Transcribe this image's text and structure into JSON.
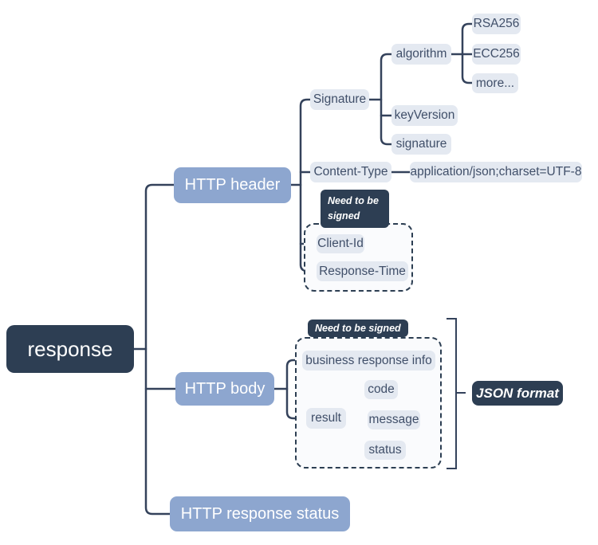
{
  "colors": {
    "dark_node_bg": "#2d3e53",
    "blue_node_bg": "#8da6cf",
    "light_node_bg": "#e4e9f1",
    "light_node_text": "#404f69",
    "connector_line": "#34425b",
    "background": "#ffffff"
  },
  "root": {
    "label": "response"
  },
  "http_header": {
    "label": "HTTP header",
    "signature": {
      "label": "Signature",
      "algorithm": {
        "label": "algorithm",
        "options": {
          "rsa": "RSA256",
          "ecc": "ECC256",
          "more": "more..."
        }
      },
      "key_version": {
        "label": "keyVersion"
      },
      "signature_field": {
        "label": "signature"
      }
    },
    "content_type": {
      "label": "Content-Type",
      "value": "application/json;charset=UTF-8"
    },
    "signed_group": {
      "badge": "Need to be signed",
      "client_id": "Client-Id",
      "response_time": "Response-Time"
    }
  },
  "http_body": {
    "label": "HTTP body",
    "signed_group": {
      "badge": "Need to be signed",
      "business_response_info": "business response info",
      "result": {
        "label": "result",
        "code": "code",
        "message": "message",
        "status": "status"
      }
    },
    "format_note": "JSON format"
  },
  "http_response_status": {
    "label": "HTTP response status"
  }
}
